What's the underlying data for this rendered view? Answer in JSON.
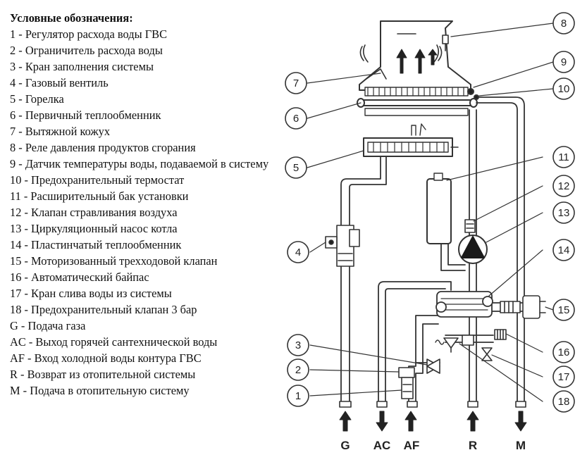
{
  "legend": {
    "title": "Условные обозначения:",
    "items": [
      "1 - Регулятор расхода воды ГВС",
      "2 - Ограничитель расхода воды",
      "3 - Кран заполнения системы",
      "4 - Газовый вентиль",
      "5 - Горелка",
      "6 - Первичный теплообменник",
      "7 - Вытяжной кожух",
      "8 - Реле давления продуктов сгорания",
      "9 - Датчик температуры воды, подаваемой в систему",
      "10 - Предохранительный термостат",
      "11 - Расширительный бак установки",
      "12 - Клапан стравливания воздуха",
      "13 - Циркуляционный насос котла",
      "14 - Пластинчатый теплообменник",
      "15 - Моторизованный трехходовой клапан",
      "16 -  Автоматический байпас",
      "17 - Кран слива воды из системы",
      "18 - Предохранительный клапан 3 бар",
      "G - Подача газа",
      "AC - Выход горячей сантехнической воды",
      "AF - Вход холодной воды контура ГВС",
      "R - Возврат из отопительной системы",
      "M - Подача в отопительную систему"
    ]
  },
  "callouts": [
    "1",
    "2",
    "3",
    "4",
    "5",
    "6",
    "7",
    "8",
    "9",
    "10",
    "11",
    "12",
    "13",
    "14",
    "15",
    "16",
    "17",
    "18"
  ],
  "ports": {
    "g": "G",
    "ac": "AC",
    "af": "AF",
    "r": "R",
    "m": "M"
  },
  "colors": {
    "line": "#333333",
    "pipe_fill": "#ffffff",
    "pump": "#1a1a1a"
  }
}
